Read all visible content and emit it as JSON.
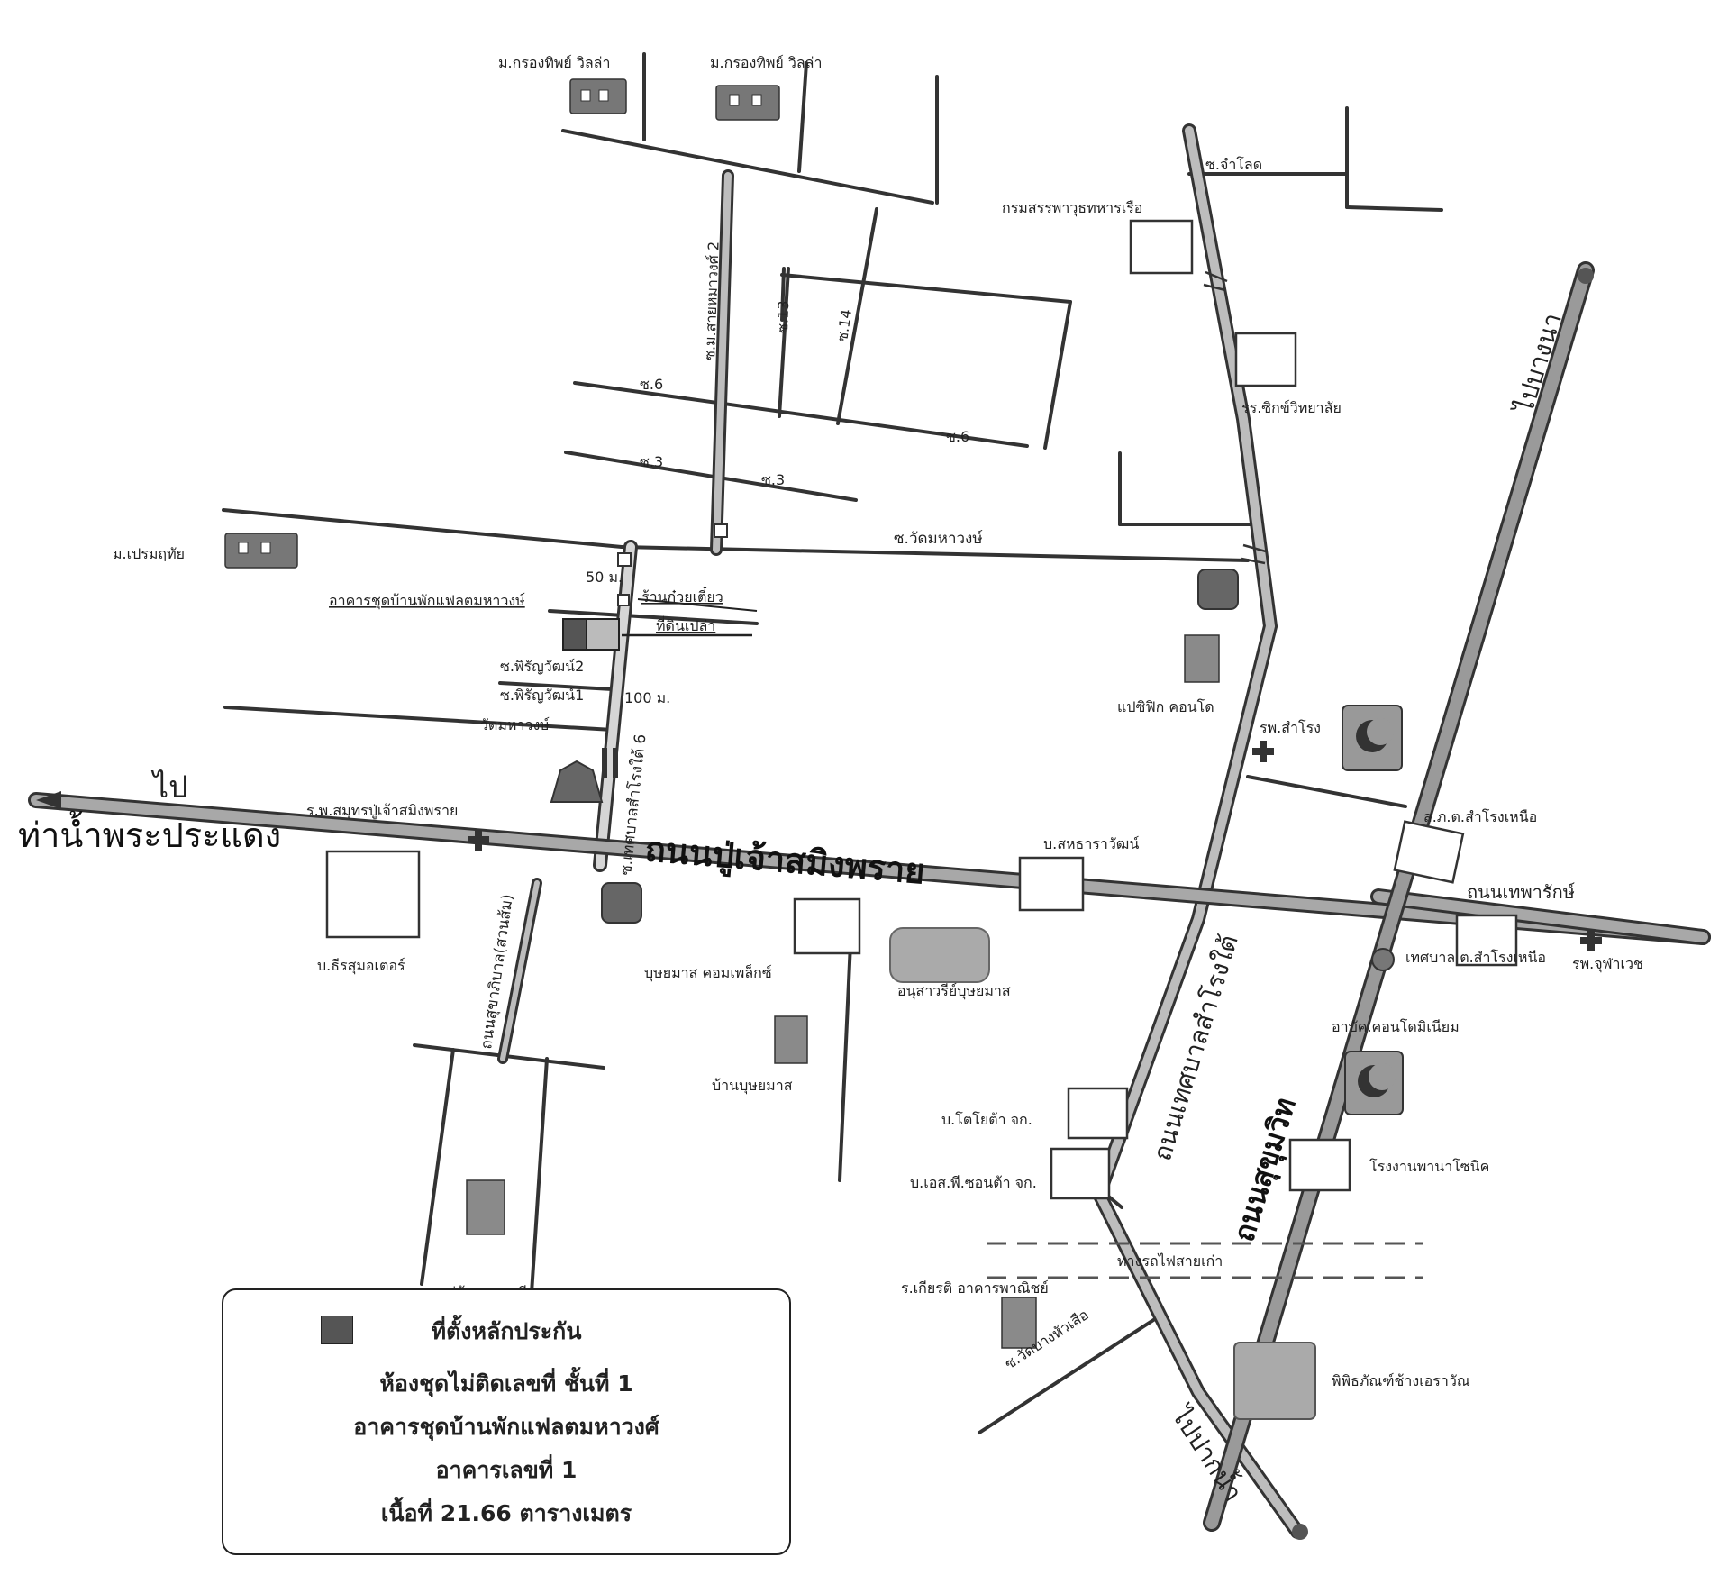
{
  "map": {
    "roads": {
      "poochao": "ถนนปู่เจ้าสมิงพราย",
      "sukhumvit": "ถนนสุขุมวิท",
      "thesaban": "ถนนเทศบาลสำโรงใต้",
      "theparak": "ถนนเทพารักษ์",
      "suan_som": "ถนนสุขาภิบาล(สวนส้ม)",
      "soi_6": "ซ.เทศบาลสำโรงใต้ 6",
      "soi_wat": "ซ.วัดมหาวงษ์",
      "soi_2": "ซ.ม.สายหมาวงศ์ 2",
      "s13": "ซ.13",
      "s14": "ซ.14",
      "s6a": "ซ.6",
      "s6b": "ซ.6",
      "s3a": "ซ.3",
      "s3b": "ซ.3",
      "jamlod": "ซ.จำโลด",
      "wat_bang_hua": "ซ.วัดบางหัวเสือ",
      "phirun2": "ซ.พิรัญวัฒน์2",
      "phirun1": "ซ.พิรัญวัฒน์1",
      "rail": "ทางรถไฟสายเก่า"
    },
    "directions": {
      "to_bangna": "ไปบางนา",
      "to_paknam": "ไปปากน้ำ",
      "to_pai": "ไป",
      "to_pier": "ท่าน้ำพระประแดง"
    },
    "places": {
      "krongthip1": "ม.กรองทิพย์ วิลล่า",
      "krongthip2": "ม.กรองทิพย์ วิลล่า",
      "navy": "กรมสรรพาวุธทหารเรือ",
      "school": "รร.ซิกข์วิทยาลัย",
      "premruethai": "ม.เปรมฤทัย",
      "flat_building": "อาคารชุดบ้านพักแฟลตมหาวงษ์",
      "dist50": "50 ม.",
      "noodle": "ร้านก๋วยเตี๋ยว",
      "noodle2": "ที่ดินเปล่า",
      "dist100": "100 ม.",
      "temple": "วัดมหาวงษ์",
      "hospital_poochao": "ร.พ.สมุทรปู่เจ้าสมิงพราย",
      "pacific": "แปซิฟิก คอนโด",
      "rp_samrong": "รพ.สำโรง",
      "police": "ส.ภ.ต.สำโรงเหนือ",
      "sahathara": "บ.สหธาราวัฒน์",
      "theerasom": "บ.ธีรสุมอเตอร์",
      "boonyamas": "บุษยมาส คอมเพล็กซ์",
      "monument": "อนุสาวรีย์บุษยมาส",
      "ban_boonyamas": "บ้านบุษยมาส",
      "toyota": "บ.โตโยต้า จก.",
      "sp_toyota": "บ.เอส.พี.ซอนต้า จก.",
      "municipal": "เทศบาล ต.สำโรงเหนือ",
      "abac": "อาบัค.คอนโดมิเนียม",
      "panasonic": "โรงงานพานาโซนิค",
      "rp_chulalongkorn": "รพ.จุฬาเวช",
      "suphatha": "หมู่บ้านสุภาวดี",
      "kiattisak": "ร.เกียรติ อาคารพาณิชย์",
      "erawan": "พิพิธภัณฑ์ช้างเอราวัณ"
    },
    "colors": {
      "road": "#8a8a8a",
      "road_edge": "#333333",
      "marker": "#555555"
    }
  },
  "legend": {
    "title": "ที่ตั้งหลักประกัน",
    "line1": "ห้องชุดไม่ติดเลขที่  ชั้นที่ 1",
    "line2": "อาคารชุดบ้านพักแฟลตมหาวงศ์",
    "line3": "อาคารเลขที่ 1",
    "line4": "เนื้อที่ 21.66 ตารางเมตร"
  }
}
